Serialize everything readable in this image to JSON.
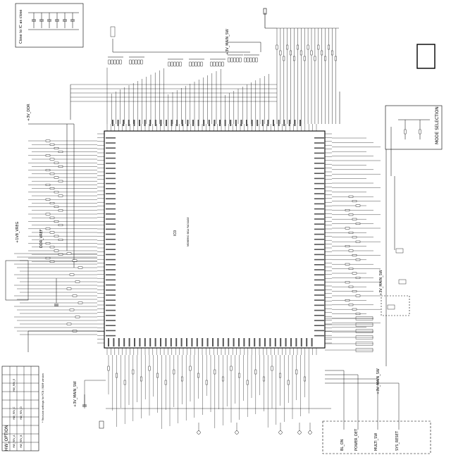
{
  "sheet": {
    "ic_label": "IC0",
    "ic_part": "MSM8960 BGA PACKAGE",
    "notes_top_left": "Close to IC as close",
    "mode_selection_title": "MODE SELECTION",
    "hw_option_title": "HW_OPTION",
    "hw_option_rows": [
      "HW_REV_A",
      "HW_REV_B",
      "HW_REV_C",
      "HW_REV_D",
      "HW_REV_E"
    ],
    "hw_option_note": "* Revision settings for PCB / BOM version",
    "bottom_right_nets": [
      "BL_ON",
      "POWER_DET",
      "MULTI_SW",
      "SYS_RESET"
    ],
    "power_labels": {
      "top_power": "+3V_MAIN_SW",
      "left_power_1": "+3V_DDR",
      "left_power_2": "DDR_VREF",
      "right_power": "+3V_MAIN_SW",
      "bottom_power": "+3V_MAIN_SW",
      "mid_left_power": "+1V8_VREG",
      "cap_power": "+3V_MAIN_SW"
    }
  }
}
